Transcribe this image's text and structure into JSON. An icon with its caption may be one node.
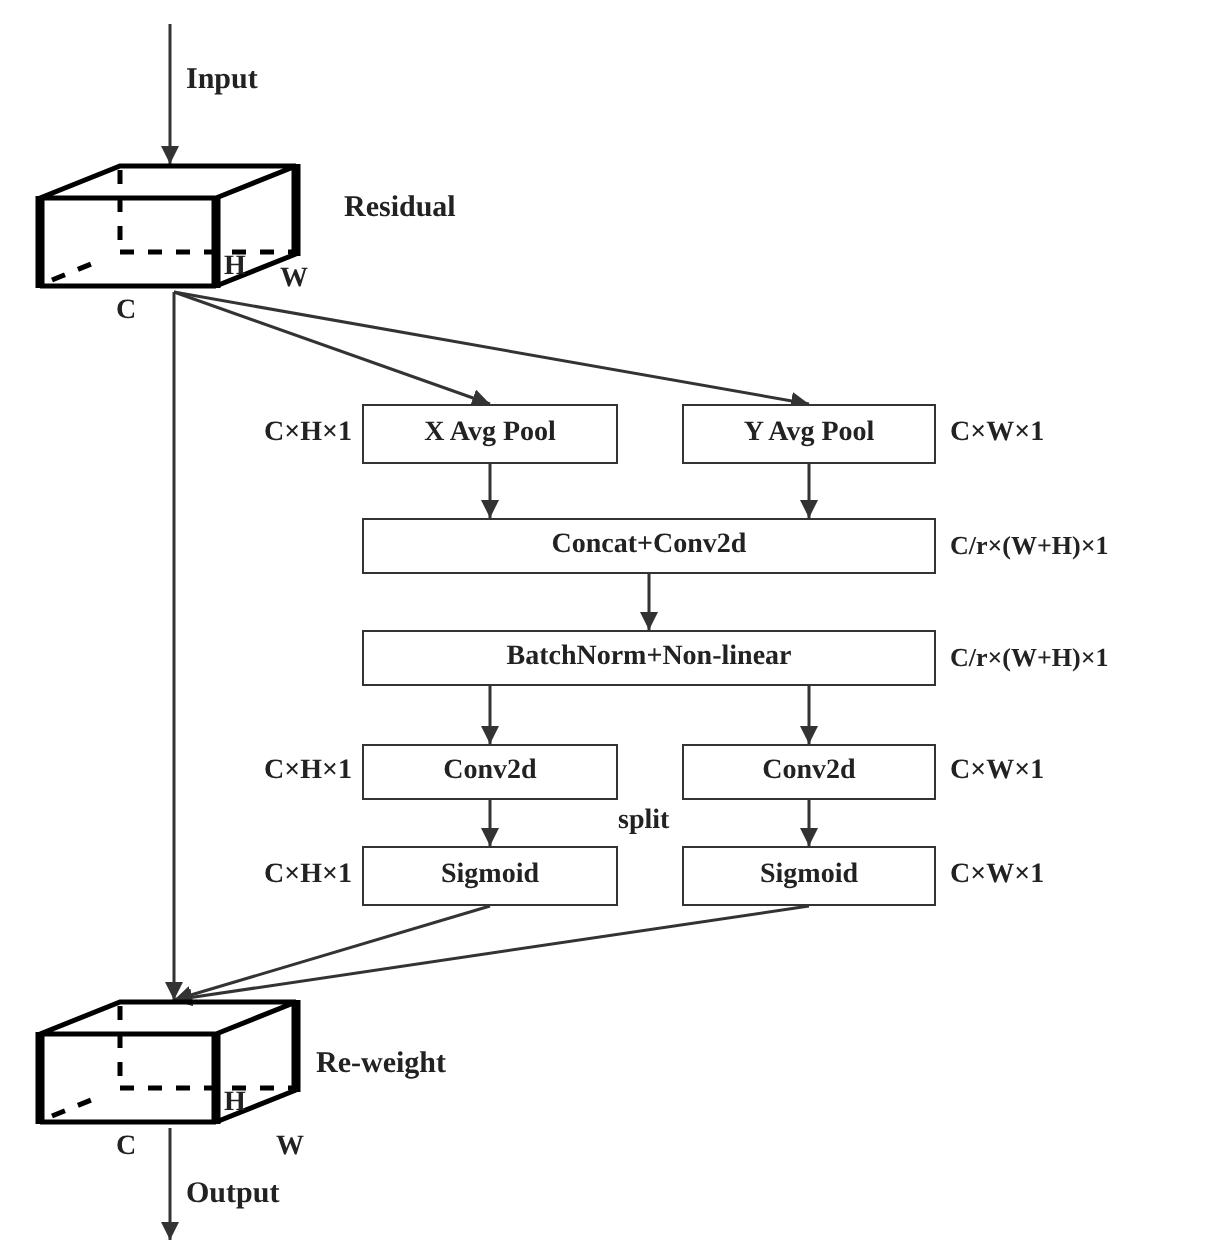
{
  "diagram": {
    "nodes": [
      {
        "text": [],
        "shape": "box",
        "beside": [
          "Residual"
        ]
      },
      {
        "text": [
          "X Avg Pool"
        ]
      },
      {
        "text": [
          "Y Avg Pool"
        ]
      },
      {
        "text": [
          "Concat+Conv2d"
        ]
      },
      {
        "text": [
          "BatchNorm+Non-linear"
        ]
      },
      {
        "text": [
          "Conv2d"
        ]
      },
      {
        "text": [
          "Conv2d"
        ]
      },
      {
        "text": [
          "Sigmoid"
        ]
      },
      {
        "text": [
          "Sigmoid"
        ]
      },
      {
        "text": [],
        "shape": "box",
        "beside": [
          "Re-weight"
        ]
      }
    ],
    "edges": [
      {
        "from": null,
        "to": 0,
        "arrow": "to",
        "label": "Input"
      },
      {
        "from": 0,
        "to": 1,
        "arrow": "to"
      },
      {
        "from": 0,
        "to": 2,
        "arrow": "to"
      },
      {
        "from": 0,
        "to": 9,
        "arrow": "to"
      },
      {
        "from": 1,
        "to": 3,
        "arrow": "to"
      },
      {
        "from": 2,
        "to": 3,
        "arrow": "to"
      },
      {
        "from": 3,
        "to": 4,
        "arrow": "to"
      },
      {
        "from": 4,
        "to": 5,
        "arrow": "to"
      },
      {
        "from": 4,
        "to": 6,
        "arrow": "to"
      },
      {
        "from": 5,
        "to": 7,
        "arrow": "to"
      },
      {
        "from": 6,
        "to": 8,
        "arrow": "to"
      },
      {
        "from": 7,
        "to": 9,
        "arrow": "to"
      },
      {
        "from": 8,
        "to": 9,
        "arrow": "to"
      },
      {
        "from": 9,
        "to": null,
        "arrow": "to",
        "label": "Output"
      }
    ],
    "labels": [
      "H",
      "W",
      "C",
      "C×H×1",
      "C×W×1",
      "C/r×(W+H)×1",
      "C/r×(W+H)×1",
      "C×H×1",
      "C×W×1",
      "split",
      "C×H×1",
      "C×W×1",
      "H",
      "C",
      "W"
    ]
  }
}
